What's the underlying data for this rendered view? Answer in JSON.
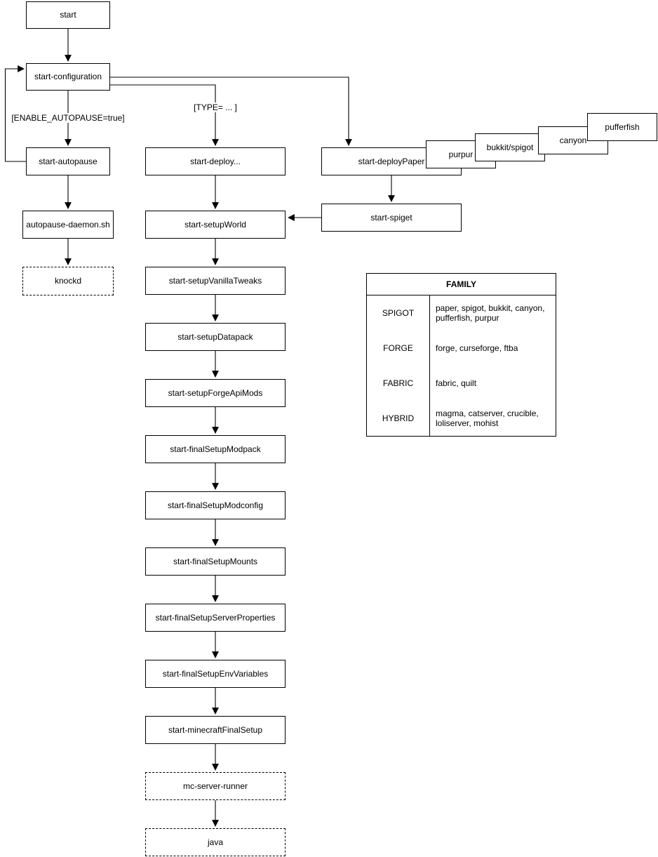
{
  "diagram": {
    "nodes": {
      "start": "start",
      "start_configuration": "start-configuration",
      "start_autopause": "start-autopause",
      "autopause_daemon": "autopause-daemon.sh",
      "knockd": "knockd",
      "start_deploy": "start-deploy...",
      "start_setup_world": "start-setupWorld",
      "start_setup_vanilla_tweaks": "start-setupVanillaTweaks",
      "start_setup_datapack": "start-setupDatapack",
      "start_setup_forge_api_mods": "start-setupForgeApiMods",
      "start_final_setup_modpack": "start-finalSetupModpack",
      "start_final_setup_modconfig": "start-finalSetupModconfig",
      "start_final_setup_mounts": "start-finalSetupMounts",
      "start_final_setup_server_properties": "start-finalSetupServerProperties",
      "start_final_setup_env_variables": "start-finalSetupEnvVariables",
      "start_minecraft_final_setup": "start-minecraftFinalSetup",
      "mc_server_runner": "mc-server-runner",
      "java": "java",
      "start_deploy_paper": "start-deployPaper",
      "start_spiget": "start-spiget",
      "purpur": "purpur",
      "bukkit_spigot": "bukkit/spigot",
      "canyon": "canyon",
      "pufferfish": "pufferfish"
    },
    "edge_labels": {
      "enable_autopause": "[ENABLE_AUTOPAUSE=true]",
      "type_condition": "[TYPE= ... ]"
    },
    "family_table": {
      "title": "FAMILY",
      "rows": [
        {
          "name": "SPIGOT",
          "members": "paper, spigot, bukkit, canyon, pufferfish, purpur"
        },
        {
          "name": "FORGE",
          "members": "forge, curseforge, ftba"
        },
        {
          "name": "FABRIC",
          "members": "fabric, quilt"
        },
        {
          "name": "HYBRID",
          "members": "magma, catserver, crucible, loliserver, mohist"
        }
      ]
    },
    "colors": {
      "stroke": "#000000",
      "canvas": "#ffffff",
      "text": "#000000"
    }
  }
}
